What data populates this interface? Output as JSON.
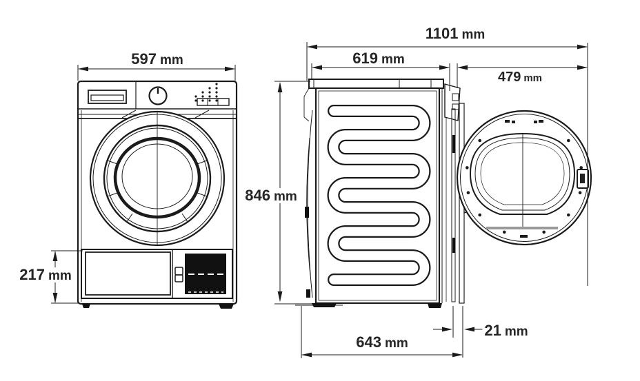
{
  "diagram": {
    "dims": {
      "front_width": {
        "value": "597",
        "unit": "mm"
      },
      "total_depth_open": {
        "value": "1101",
        "unit": "mm"
      },
      "body_depth": {
        "value": "619",
        "unit": "mm"
      },
      "door_width_open": {
        "value": "479",
        "unit": "mm"
      },
      "height": {
        "value": "846",
        "unit": "mm"
      },
      "base_panel_height": {
        "value": "217",
        "unit": "mm"
      },
      "depth_with_door": {
        "value": "643",
        "unit": "mm"
      },
      "door_protrusion": {
        "value": "21",
        "unit": "mm"
      }
    },
    "colors": {
      "line": "#1b1b1b",
      "text": "#252525",
      "gray_accent": "#9a9a9a",
      "background": "#ffffff"
    }
  }
}
